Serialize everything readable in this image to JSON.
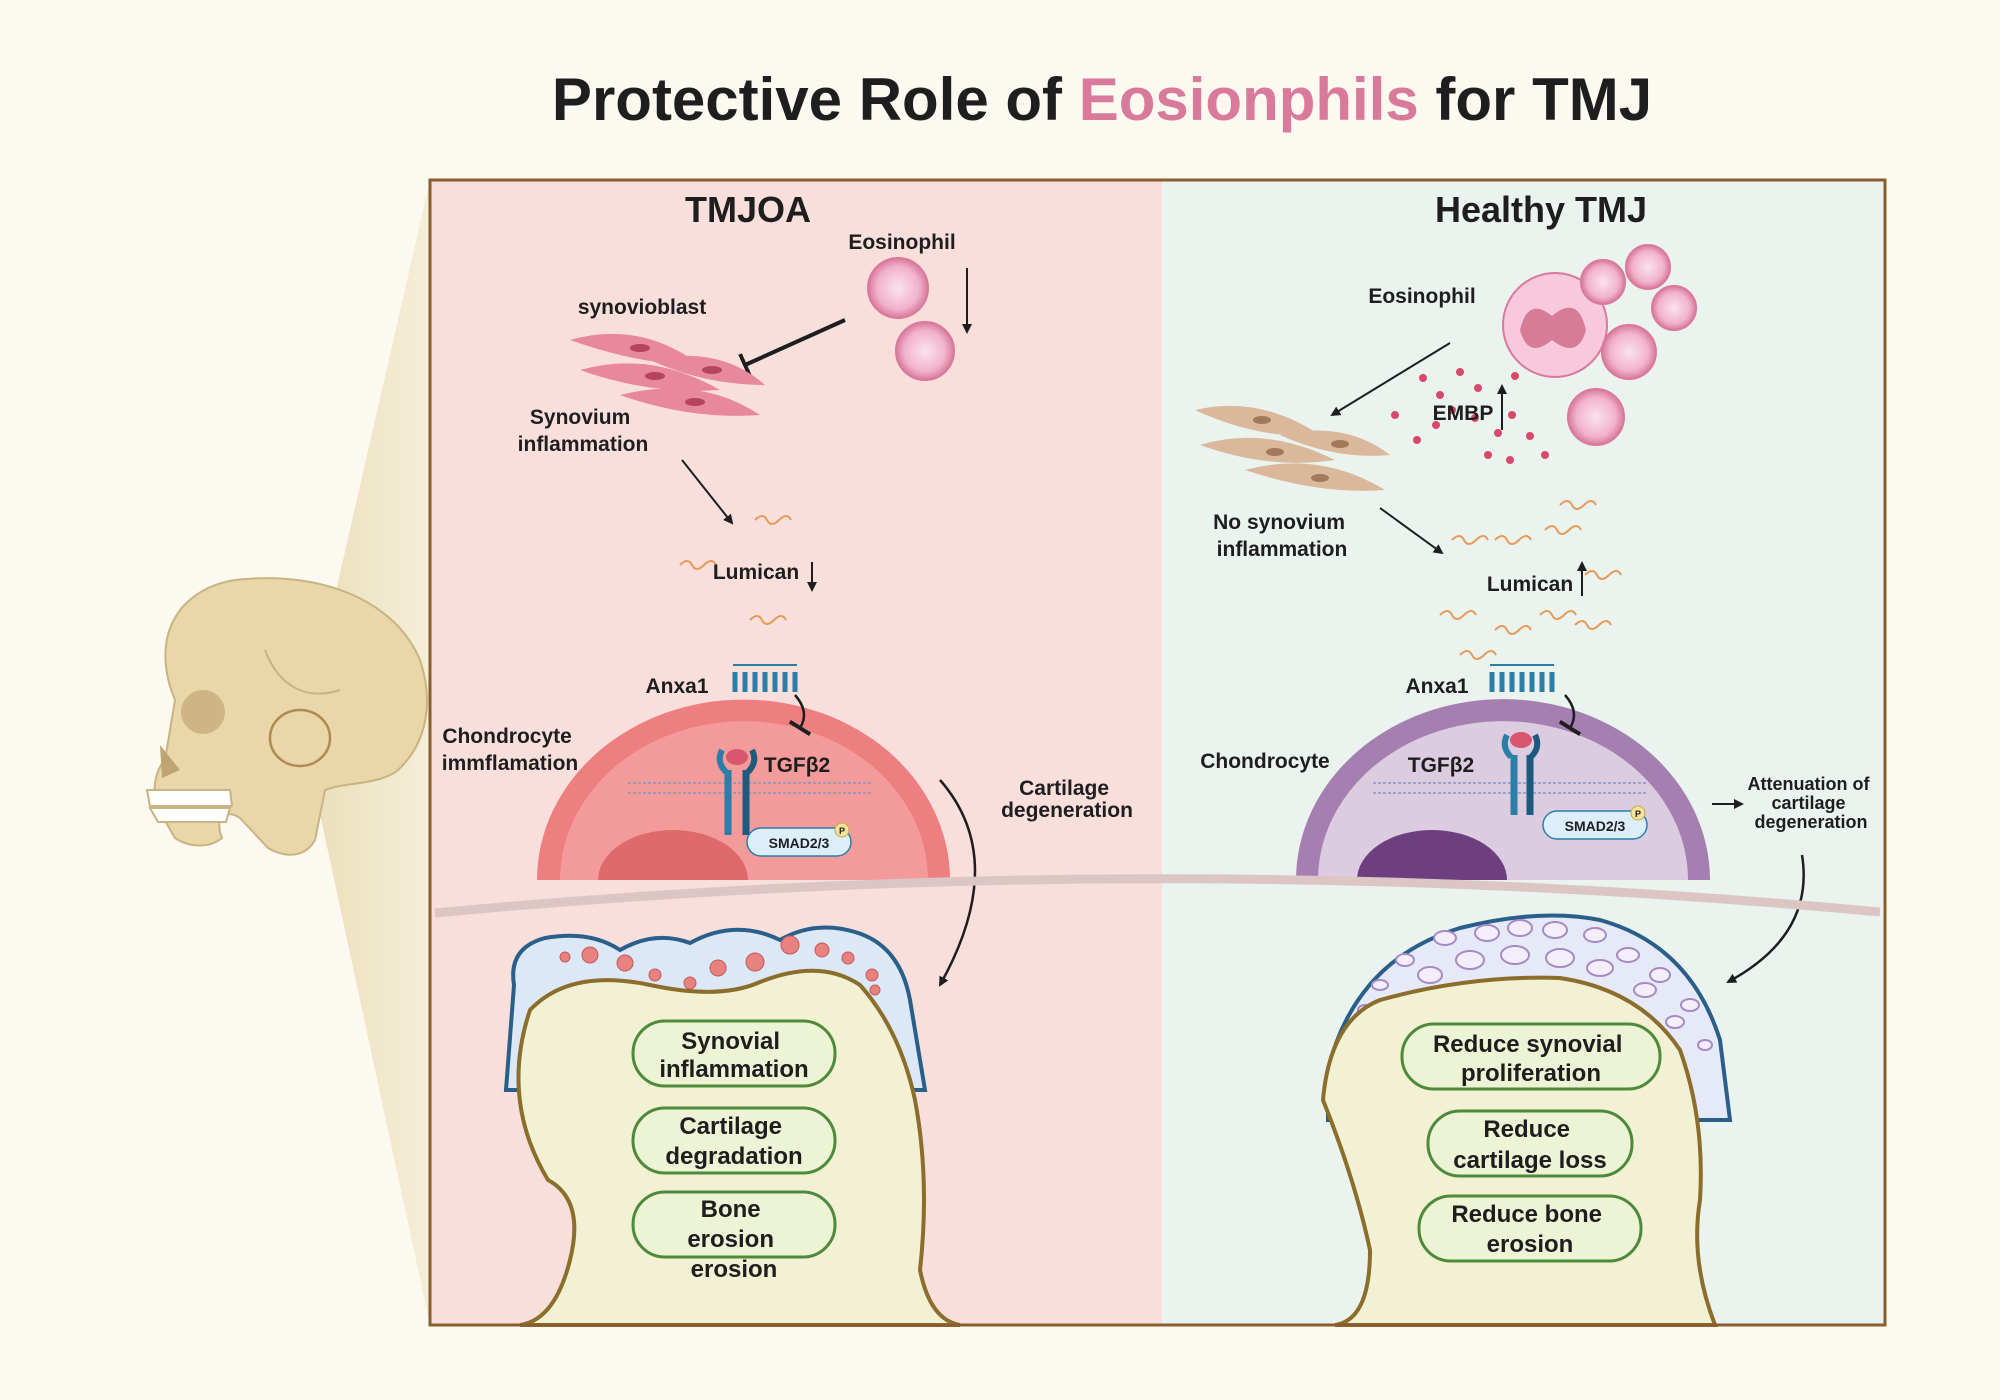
{
  "title": {
    "part1": "Protective Role of ",
    "part2": "Eosionphils",
    "part3": " for TMJ"
  },
  "colors": {
    "title_accent": "#d9799c",
    "tmjoa_bg": "#f8dfdc",
    "healthy_bg": "#eaf3ee",
    "tmjoa_heading": "#9c2227",
    "cartilage_label": "#c8343d",
    "attenuation_label": "#2d5f8a",
    "frame": "#8a5d2c"
  },
  "left": {
    "heading": "TMJOA",
    "eosinophil": "Eosinophil",
    "synovioblast": "synovioblast",
    "synovium_line1": "Synovium",
    "synovium_line2": "inflammation",
    "lumican": "Lumican",
    "anxa1": "Anxa1",
    "chondro_line1": "Chondrocyte",
    "chondro_line2": "immflamation",
    "tgf": "TGFβ2",
    "smad": "SMAD2/3",
    "phospho": "P",
    "cartilage_line1": "Cartilage",
    "cartilage_line2": "degeneration",
    "outcomes": [
      {
        "line1": "Synovial",
        "line2": "inflammation",
        "line3": ""
      },
      {
        "line1": "Cartilage",
        "line2": "degradation",
        "line3": ""
      },
      {
        "line1": "Bone",
        "line2": "erosion",
        "line3": "erosion"
      }
    ]
  },
  "right": {
    "heading": "Healthy TMJ",
    "eosinophil": "Eosinophil",
    "embp": "EMBP",
    "nosyn_line1": "No synovium",
    "nosyn_line2": "inflammation",
    "lumican": "Lumican",
    "anxa1": "Anxa1",
    "chondro": "Chondrocyte",
    "tgf": "TGFβ2",
    "smad": "SMAD2/3",
    "phospho": "P",
    "atten_line1": "Attenuation of",
    "atten_line2": "cartilage",
    "atten_line3": "degeneration",
    "outcomes": [
      {
        "line1": "Reduce synovial",
        "line2": "proliferation"
      },
      {
        "line1": "Reduce",
        "line2": "cartilage loss"
      },
      {
        "line1": "Reduce bone",
        "line2": "erosion"
      }
    ]
  }
}
